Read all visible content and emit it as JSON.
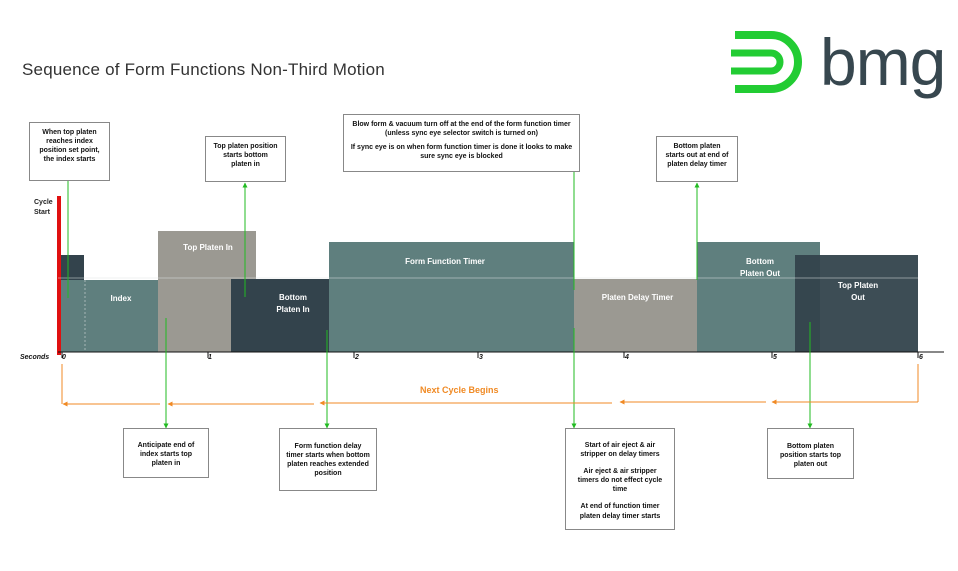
{
  "title": "Sequence of Form Functions Non-Third Motion",
  "logo": {
    "text": "bmg",
    "color": "#22cc33",
    "text_color": "#37474f"
  },
  "cycle_start": {
    "line1": "Cycle",
    "line2": "Start",
    "color": "#e01010"
  },
  "axis": {
    "label": "Seconds",
    "ticks": [
      "0",
      "1",
      "2",
      "3",
      "4",
      "5",
      "6"
    ]
  },
  "bars": {
    "index": "Index",
    "top_platen_in": "Top Platen In",
    "bottom_platen_in": "Bottom Platen In",
    "form_function_timer": "Form Function Timer",
    "platen_delay_timer": "Platen Delay Timer",
    "bottom_platen_out": "Bottom Platen Out",
    "top_platen_out": "Top Platen Out"
  },
  "colors": {
    "teal": "#5f7f7e",
    "dark": "#33434c",
    "gray": "#9b9992",
    "orange": "#f08a24",
    "green": "#22bb22"
  },
  "next_cycle": "Next Cycle Begins",
  "callouts": {
    "index_start": "When top platen reaches index position set point, the index starts",
    "top_platen_pos": "Top platen position starts bottom platen in",
    "blow_form_1": "Blow form & vacuum turn off at the end of the form function timer (unless sync eye selector switch is turned on)",
    "blow_form_2": "If sync eye is on when form function timer is done it looks to make sure sync eye is blocked",
    "bottom_platen_starts": "Bottom platen starts out at end of platen delay timer",
    "anticipate": "Anticipate end of index starts top platen in",
    "form_delay": "Form function delay timer starts when bottom platen reaches extended position",
    "air_eject_1": "Start of air eject & air stripper on delay timers",
    "air_eject_2": "Air eject & air stripper timers do not effect cycle time",
    "air_eject_3": "At end of function timer platen delay timer starts",
    "bottom_platen_pos": "Bottom platen position starts top platen out"
  }
}
